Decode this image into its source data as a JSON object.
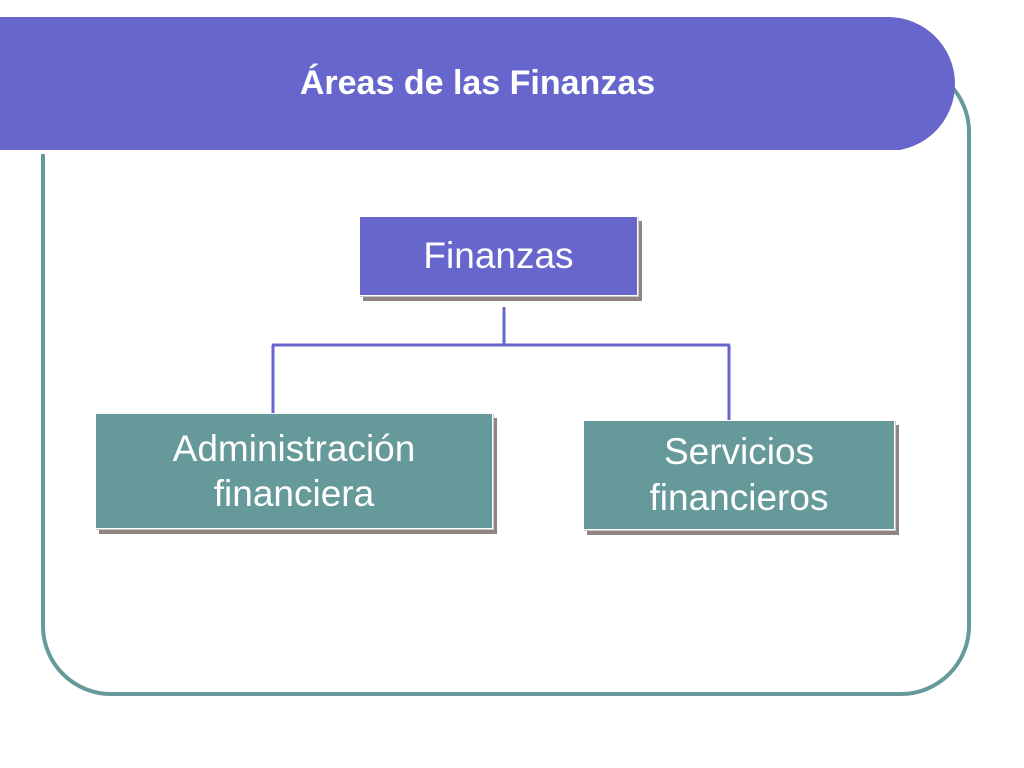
{
  "slide": {
    "title": "Áreas de las Finanzas"
  },
  "diagram": {
    "root": {
      "label": "Finanzas"
    },
    "children": [
      {
        "line1": "Administración",
        "line2": "financiera"
      },
      {
        "line1": "Servicios",
        "line2": "financieros"
      }
    ]
  },
  "colors": {
    "title_band": "#6666cc",
    "root_node": "#6666cc",
    "child_node": "#669999",
    "frame_border": "#669999",
    "connector": "#6666cc",
    "shadow": "#8f8480"
  }
}
